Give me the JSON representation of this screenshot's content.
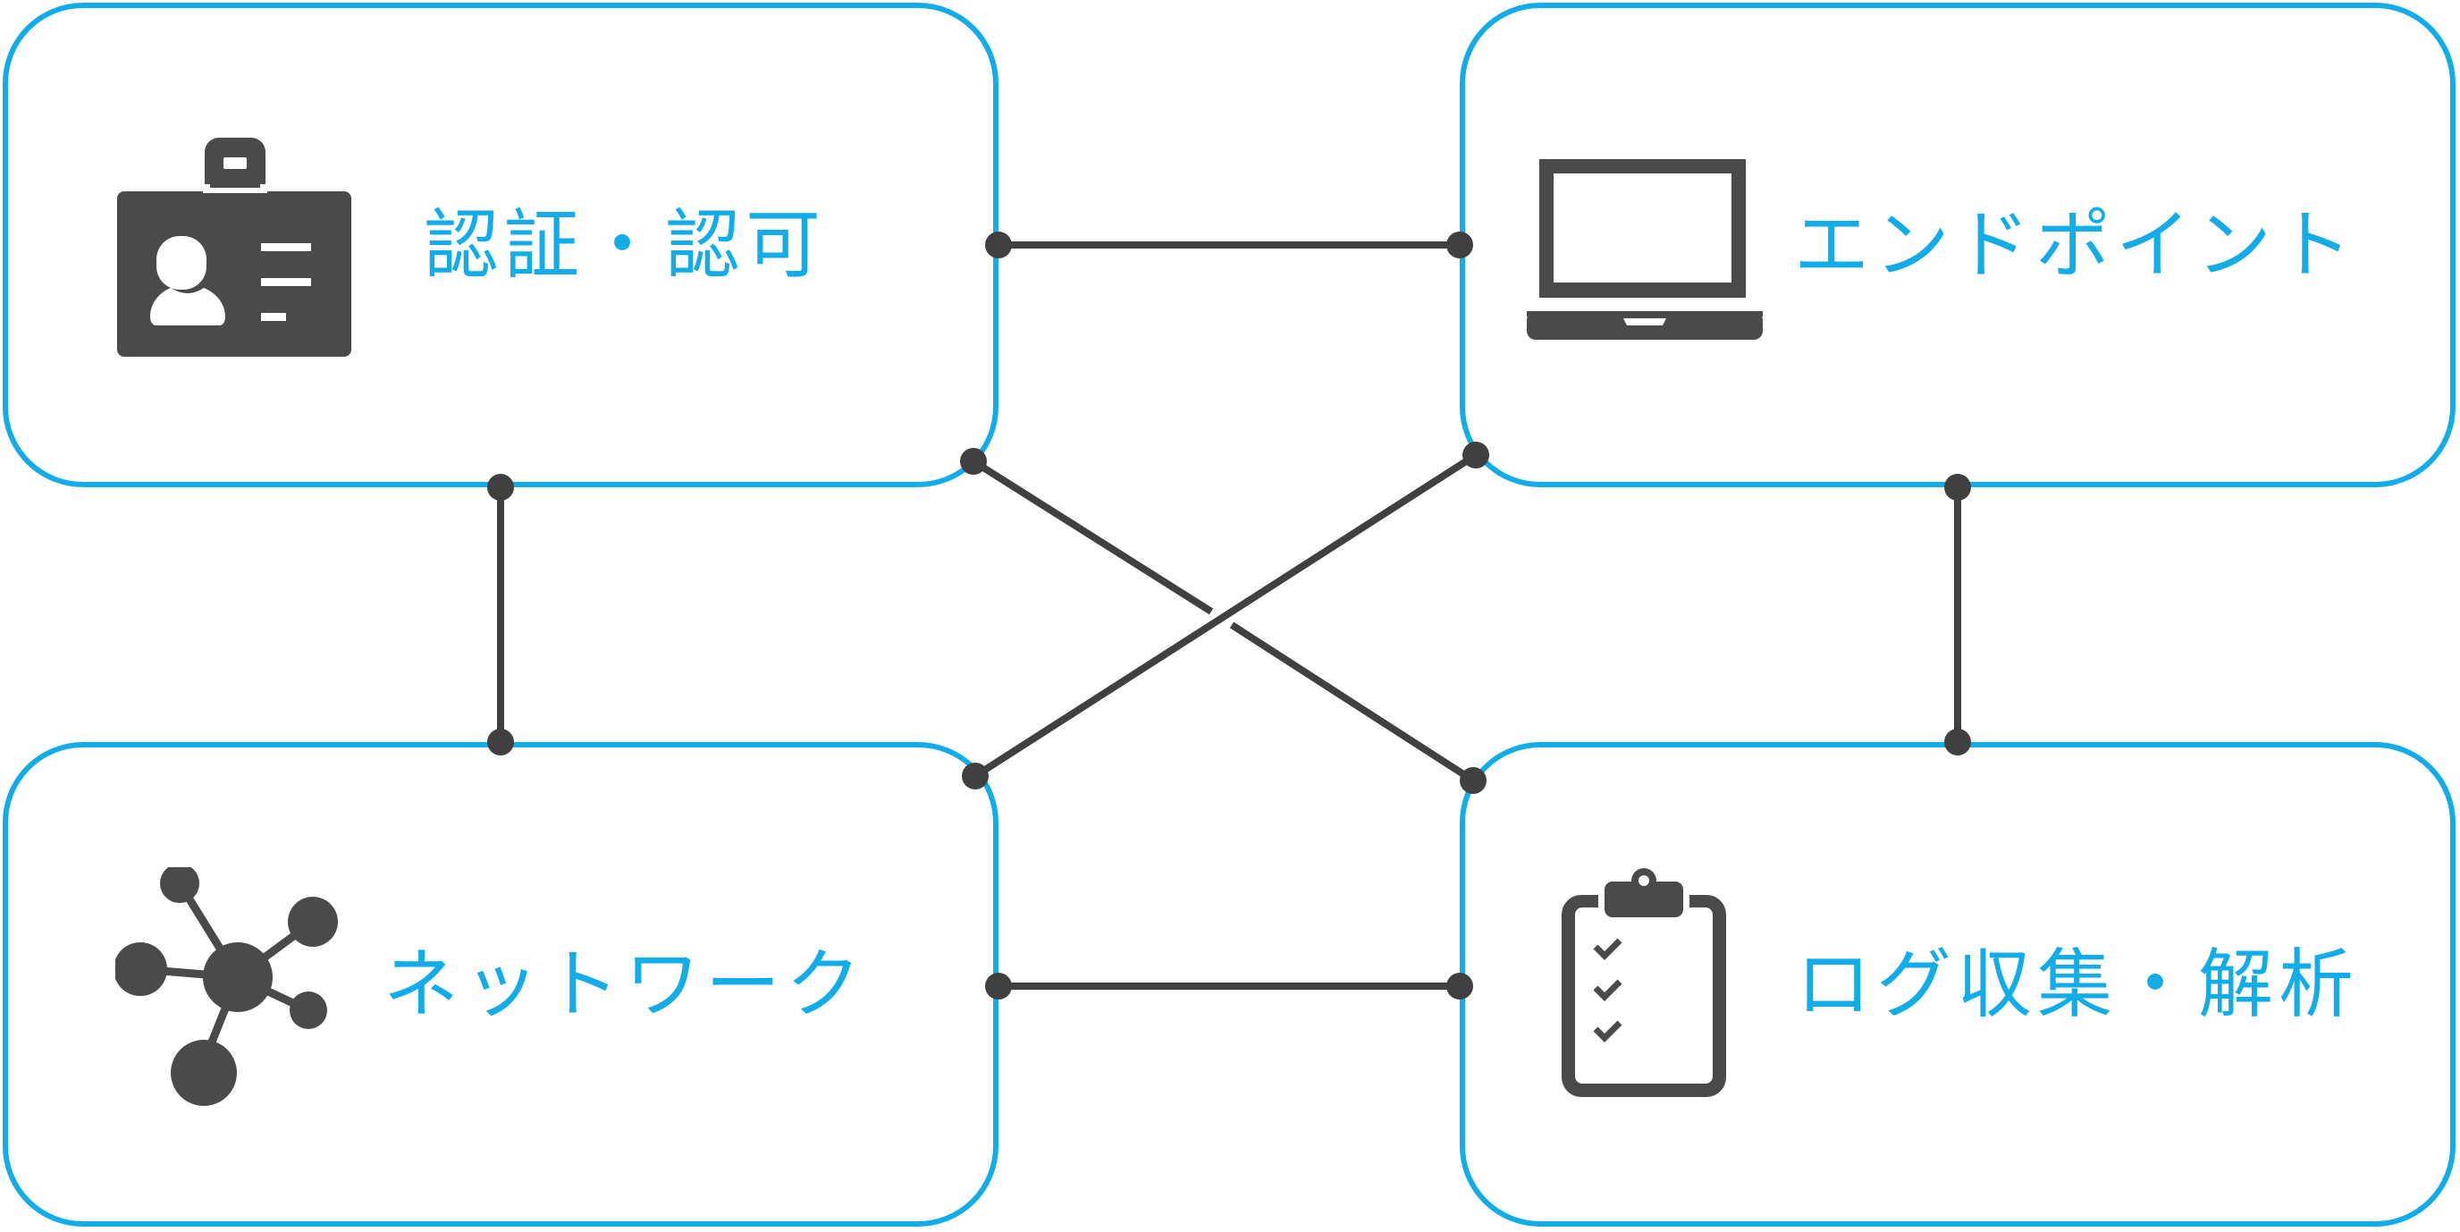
{
  "nodes": {
    "auth": {
      "label": "認証・認可",
      "icon": "id-badge-icon"
    },
    "endpoint": {
      "label": "エンドポイント",
      "icon": "laptop-icon"
    },
    "network": {
      "label": "ネットワーク",
      "icon": "network-nodes-icon"
    },
    "log": {
      "label": "ログ収集・解析",
      "icon": "clipboard-checklist-icon"
    }
  },
  "edges": [
    {
      "from": "auth",
      "to": "endpoint"
    },
    {
      "from": "auth",
      "to": "network"
    },
    {
      "from": "endpoint",
      "to": "log"
    },
    {
      "from": "network",
      "to": "log"
    },
    {
      "from": "auth",
      "to": "log"
    },
    {
      "from": "endpoint",
      "to": "network"
    }
  ],
  "colors": {
    "accent": "#12ace9",
    "icon": "#4a4a4a",
    "connector": "#404040"
  }
}
